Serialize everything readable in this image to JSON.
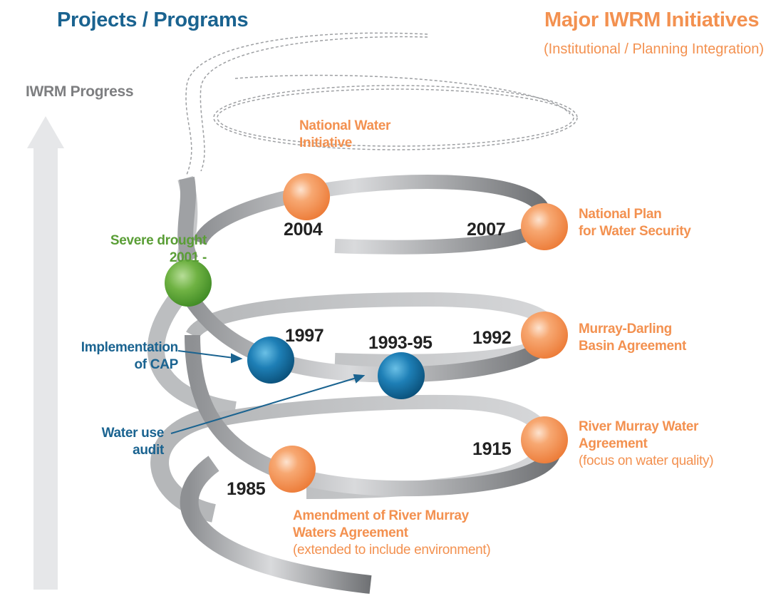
{
  "headings": {
    "left": "Projects / Programs",
    "right": "Major IWRM Initiatives",
    "right_sub": "(Institutional / Planning Integration)",
    "axis": "IWRM Progress"
  },
  "initiatives": {
    "nwi": [
      "National Water",
      "Initiative"
    ],
    "npws": [
      "National Plan",
      "for Water Security"
    ],
    "mdba": [
      "Murray-Darling",
      "Basin Agreement"
    ],
    "rmwa": [
      "River Murray Water",
      "Agreement",
      "(focus on water quality)"
    ],
    "amend": [
      "Amendment of River Murray",
      "Waters Agreement",
      "(extended to include environment)"
    ]
  },
  "programs": {
    "drought": [
      "Severe drought",
      "2001 -"
    ],
    "cap": [
      "Implementation",
      "of CAP"
    ],
    "audit": [
      "Water use",
      "audit"
    ]
  },
  "years": {
    "y2004": "2004",
    "y2007": "2007",
    "y1997": "1997",
    "y199395": "1993-95",
    "y1992": "1992",
    "y1915": "1915",
    "y1985": "1985"
  },
  "colors": {
    "blue": "#1a6390",
    "orange": "#f39150",
    "green": "#5a9e36",
    "grey_ribbon": "#a7a9ac",
    "arrow": "#e6e7e9"
  }
}
